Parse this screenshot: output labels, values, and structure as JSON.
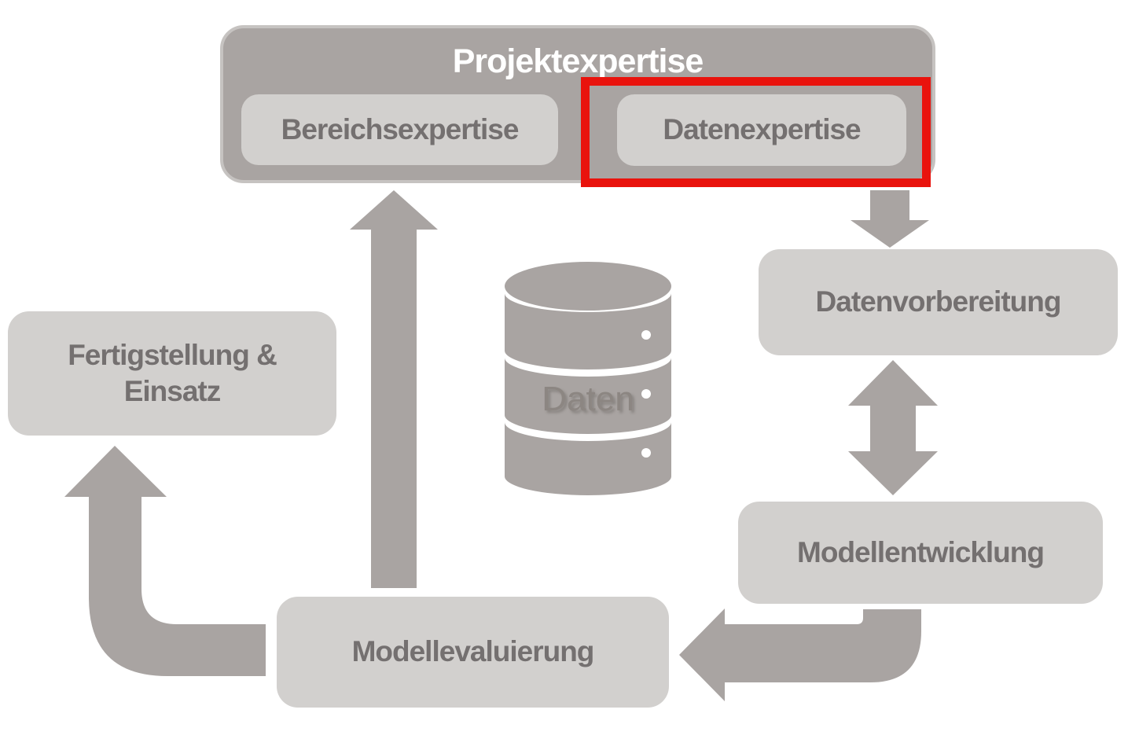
{
  "diagram": {
    "group": {
      "title": "Projektexpertise"
    },
    "nodes": {
      "bereichsexpertise": {
        "label": "Bereichsexpertise"
      },
      "datenexpertise": {
        "label": "Datenexpertise",
        "highlighted": true
      },
      "datenvorbereitung": {
        "label": "Datenvorbereitung"
      },
      "modellentwicklung": {
        "label": "Modellentwicklung"
      },
      "modellevaluierung": {
        "label": "Modellevaluierung"
      },
      "fertigstellung_einsatz": {
        "label_line1": "Fertigstellung &",
        "label_line2": "Einsatz"
      }
    },
    "database": {
      "icon": "database-icon",
      "label": "Daten"
    },
    "edges": [
      {
        "from": "Datenexpertise",
        "to": "Datenvorbereitung",
        "type": "arrow-down"
      },
      {
        "from": "Datenvorbereitung",
        "to": "Modellentwicklung",
        "type": "arrow-bidirectional"
      },
      {
        "from": "Modellentwicklung",
        "to": "Modellevaluierung",
        "type": "arrow-elbow-left"
      },
      {
        "from": "Modellevaluierung",
        "to": "Fertigstellung & Einsatz",
        "type": "arrow-elbow-up"
      },
      {
        "from": "Modellevaluierung",
        "to": "Projektexpertise",
        "type": "arrow-up-long"
      }
    ],
    "colors": {
      "highlight_red": "#e9130d",
      "group_fill": "#a9a4a2",
      "node_fill": "#d2d0ce",
      "arrow_fill": "#a9a4a2",
      "label_text": "#747070",
      "title_text": "#ffffff",
      "daten_text": "#8c8682"
    }
  }
}
